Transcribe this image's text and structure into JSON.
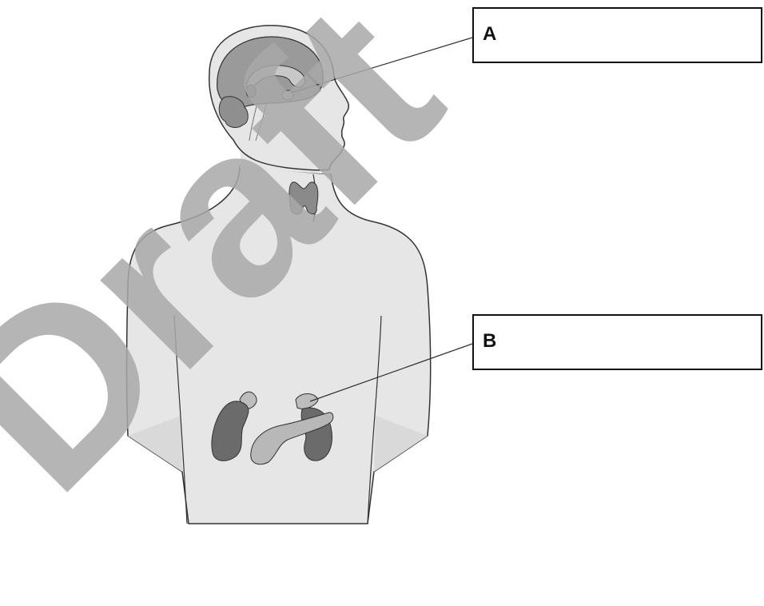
{
  "labels": [
    {
      "letter": "A"
    },
    {
      "letter": "B"
    }
  ],
  "watermark": {
    "text": "Draft",
    "color": "#a8a8a8"
  },
  "colors": {
    "skin": "#e6e6e6",
    "outline": "#333333",
    "organ_dark": "#6b6b6b",
    "organ_mid": "#8f8f8f",
    "organ_light": "#b5b5b5",
    "brain": "#9a9a9a",
    "leader_line": "#333333"
  }
}
